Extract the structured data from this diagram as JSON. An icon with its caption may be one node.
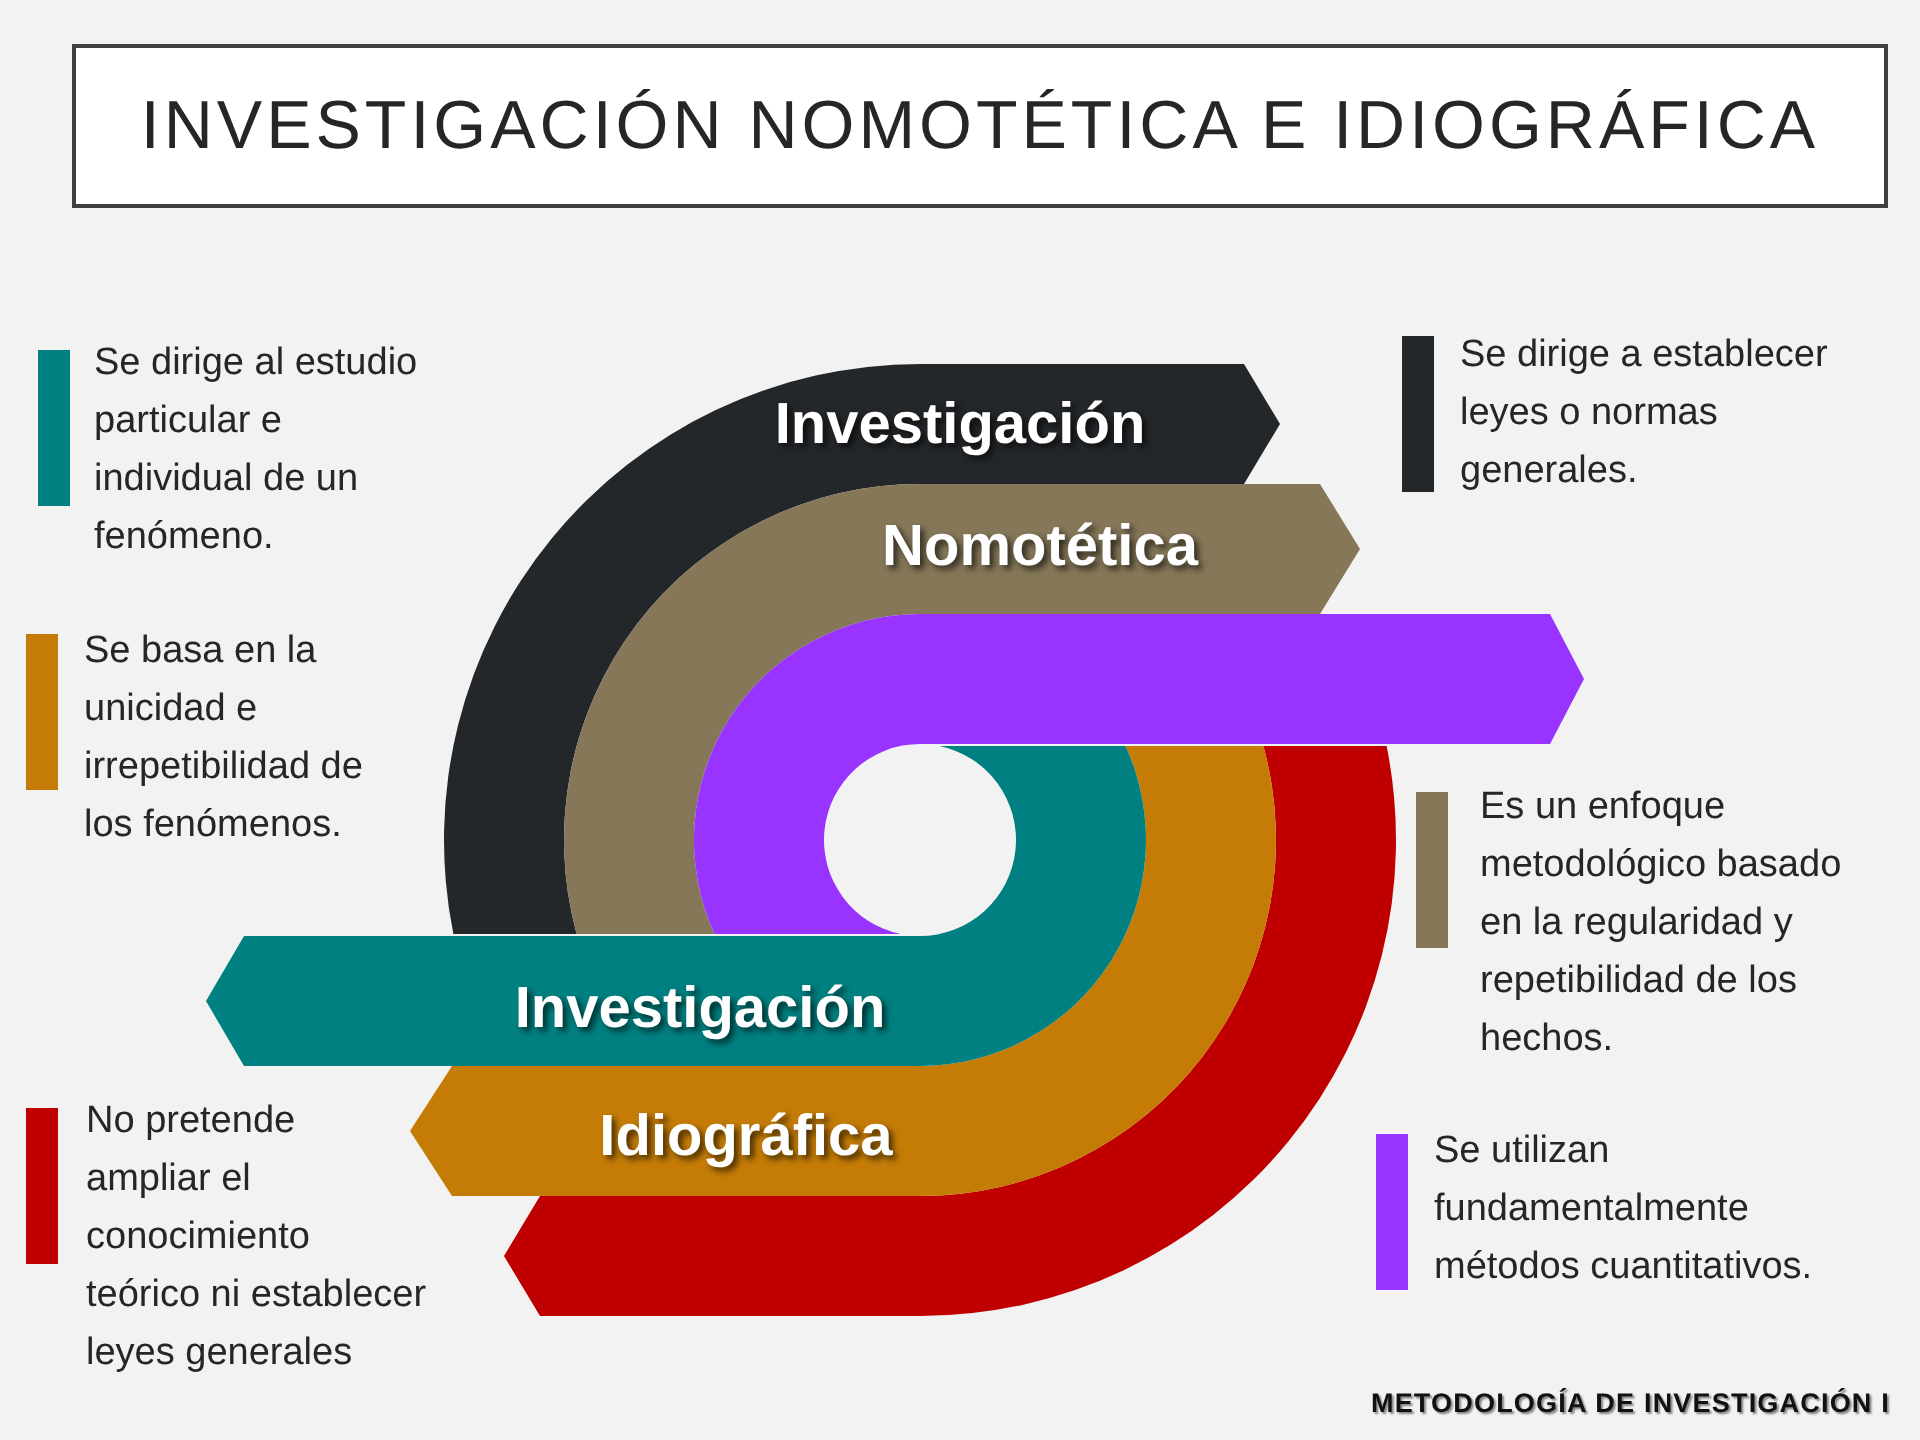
{
  "diagram": {
    "title": "INVESTIGACIÓN NOMOTÉTICA E IDIOGRÁFICA",
    "nodes": [
      {
        "text": [
          "Investigación"
        ]
      },
      {
        "text": [
          "Nomotética"
        ]
      },
      {
        "text": [],
        "shape": "arrow"
      },
      {
        "text": [
          "Investigación"
        ]
      },
      {
        "text": [
          "Idiográfica"
        ]
      },
      {
        "text": [],
        "shape": "arrow"
      }
    ],
    "labels": [
      "METODOLOGÍA DE INVESTIGACIÓN I"
    ],
    "legend": [
      {
        "text": "Se dirige al estudio particular e individual de un fenómeno.",
        "color": "#008080"
      },
      {
        "text": "Se dirige a establecer leyes o normas generales.",
        "color": "#24272a"
      },
      {
        "text": "Se basa en la unicidad e irrepetibilidad de los fenómenos.",
        "color": "#c47c07"
      },
      {
        "text": "Es un enfoque metodológico basado en la regularidad y repetibilidad de los hechos.",
        "color": "#857758"
      },
      {
        "text": "No pretende ampliar el conocimiento teórico ni establecer leyes generales",
        "color": "#c00000"
      },
      {
        "text": "Se utilizan fundamentalmente métodos cuantitativos.",
        "color": "#9933ff"
      }
    ]
  }
}
